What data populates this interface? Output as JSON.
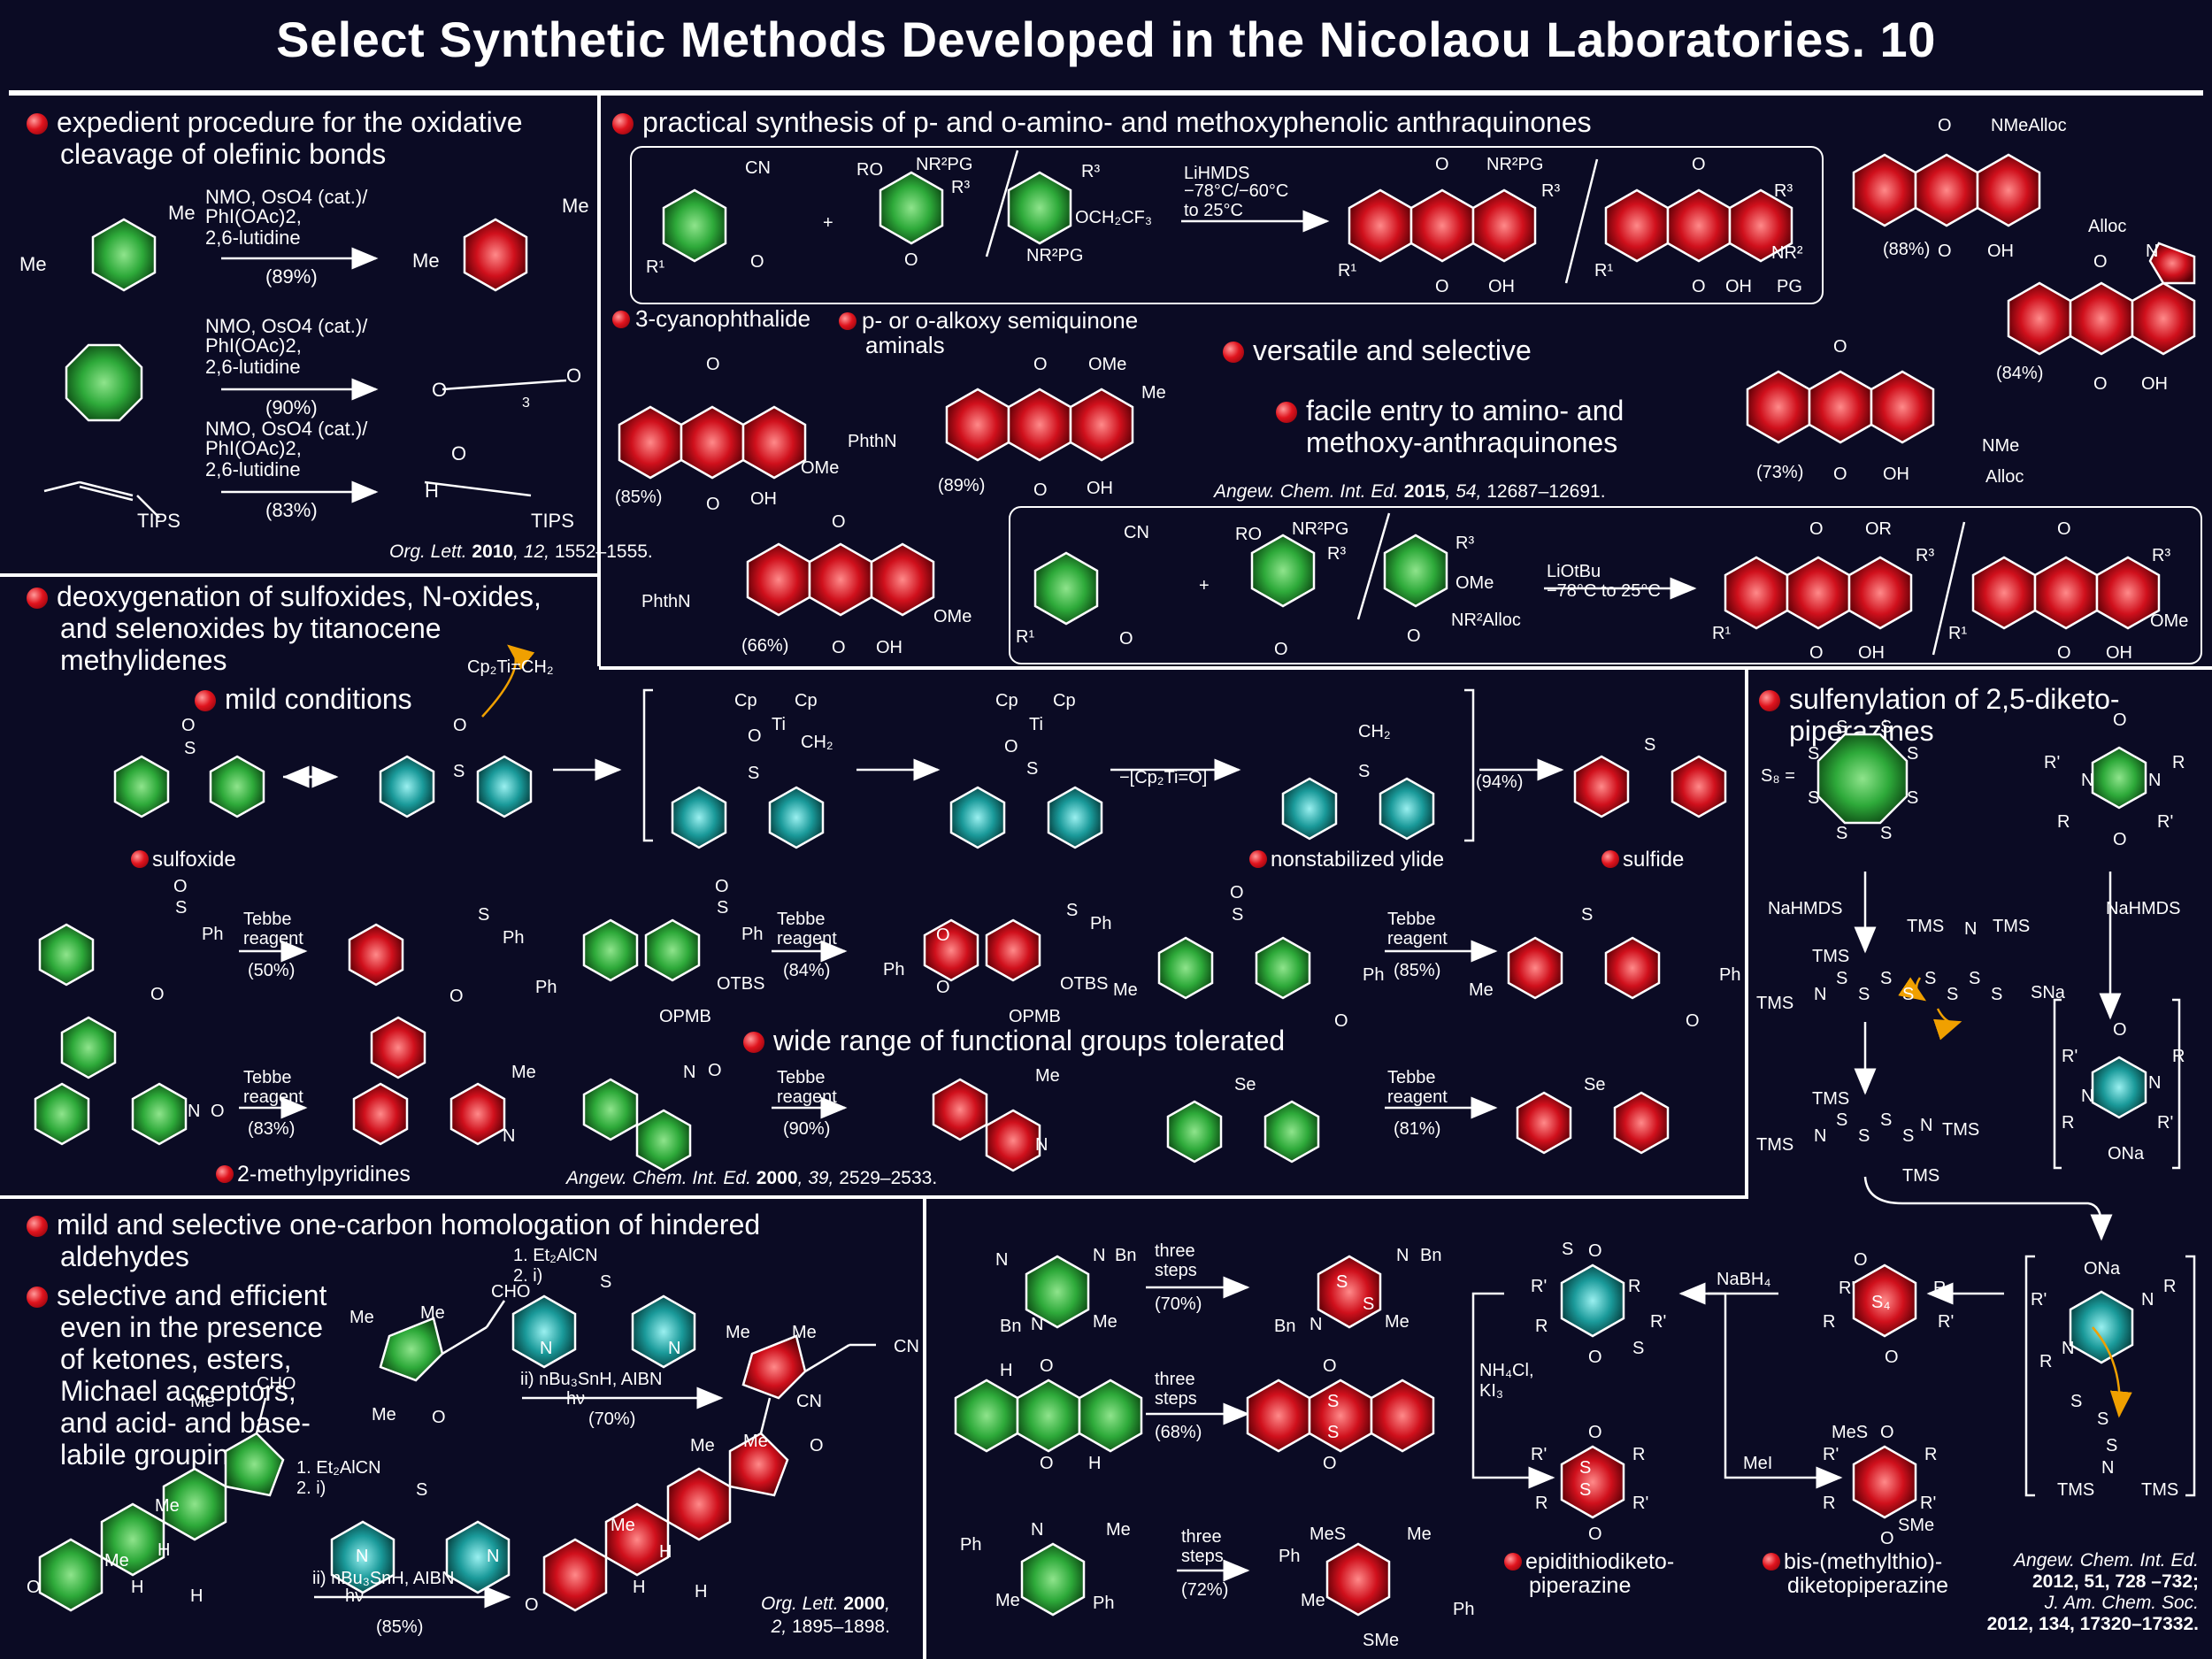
{
  "title": "Select Synthetic Methods Developed in the Nicolaou Laboratories. 10",
  "colors": {
    "background": "#0b0b24",
    "green": "#2eaa3a",
    "red": "#d0101c",
    "teal": "#1a9a9a",
    "arrow_orange": "#f0a000"
  },
  "panel1": {
    "heading": [
      "expedient procedure for the oxidative",
      "cleavage of olefinic bonds"
    ],
    "conditions": [
      "NMO, OsO4 (cat.)/",
      "PhI(OAc)2,",
      "2,6-lutidine"
    ],
    "yields": [
      "(89%)",
      "(90%)",
      "(83%)"
    ],
    "labels": {
      "me": "Me",
      "tips": "TIPS",
      "h": "H",
      "o": "O",
      "n3": "3"
    },
    "ref": {
      "journal": "Org. Lett.",
      "year": "2010",
      "vol": "12",
      "pages": "1552–1555."
    }
  },
  "panel2": {
    "heading": "practical synthesis of p- and o-amino- and methoxyphenolic anthraquinones",
    "cond1": [
      "LiHMDS",
      "−78°C/−60°C",
      "to 25°C"
    ],
    "cond2": [
      "LiOtBu",
      "−78°C to 25°C"
    ],
    "bullets": [
      "3-cyanophthalide",
      "p- or o-alkoxy semiquinone",
      "aminals",
      "versatile and selective",
      "facile entry to amino- and",
      "methoxy-anthraquinones"
    ],
    "yields": [
      "(88%)",
      "(84%)",
      "(85%)",
      "(89%)",
      "(73%)",
      "(66%)"
    ],
    "labels": {
      "cn": "CN",
      "ro": "RO",
      "nr2pg": "NR²PG",
      "r3": "R³",
      "r1": "R¹",
      "och2cf3": "OCH₂CF₃",
      "o": "O",
      "oh": "OH",
      "ome": "OMe",
      "me": "Me",
      "phthn": "PhthN",
      "nmealloc": "NMeAlloc",
      "alloc": "Alloc",
      "nme": "NMe",
      "n": "N",
      "or": "OR",
      "nr2": "NR²",
      "pg": "PG",
      "nr2alloc": "NR²Alloc",
      "plus": "+"
    },
    "ref": {
      "journal": "Angew. Chem. Int. Ed.",
      "year": "2015",
      "vol": "54",
      "pages": "12687–12691."
    }
  },
  "panel3": {
    "heading": [
      "deoxygenation of sulfoxides, N-oxides,",
      "and selenoxides by titanocene",
      "methylidenes"
    ],
    "bullets": [
      "mild conditions",
      "sulfoxide",
      "nonstabilized ylide",
      "sulfide",
      "wide range of functional groups tolerated",
      "2-methylpyridines"
    ],
    "reagents": {
      "cp2ti": "Cp₂Ti=CH₂",
      "cp": "Cp",
      "ti": "Ti",
      "ch2": "CH₂",
      "minus": "−[Cp₂Ti=O]",
      "tebbe1": "Tebbe",
      "tebbe2": "reagent"
    },
    "yields": [
      "(94%)",
      "(50%)",
      "(84%)",
      "(85%)",
      "(83%)",
      "(90%)",
      "(81%)"
    ],
    "labels": {
      "s": "S",
      "o": "O",
      "ph": "Ph",
      "otbs": "OTBS",
      "opmb": "OPMB",
      "me": "Me",
      "se": "Se",
      "n": "N"
    },
    "ref": {
      "journal": "Angew. Chem. Int. Ed.",
      "year": "2000",
      "vol": "39",
      "pages": "2529–2533."
    }
  },
  "panel4": {
    "heading": [
      "sulfenylation of 2,5-diketo-",
      "piperazines"
    ],
    "labels": {
      "s8": "S₈ =",
      "s": "S",
      "nahmds": "NaHMDS",
      "tms": "TMS",
      "sna": "SNa",
      "ona": "ONa",
      "r": "R",
      "rp": "R'",
      "n": "N",
      "o": "O",
      "s4": "S₄"
    }
  },
  "panel5": {
    "heading1": [
      "mild and selective one-carbon homologation of hindered",
      "aldehydes"
    ],
    "heading2": [
      "selective and efficient",
      "even in the presence",
      "of ketones, esters,",
      "Michael acceptors,",
      "and acid- and base-",
      "labile groupings"
    ],
    "cond": [
      "1. Et₂AlCN",
      "2. i)",
      "ii) nBu₃SnH, AIBN",
      "hν"
    ],
    "yields": [
      "(70%)",
      "(85%)"
    ],
    "labels": {
      "me": "Me",
      "cho": "CHO",
      "cn": "CN",
      "o": "O",
      "h": "H",
      "n": "N",
      "s": "S"
    },
    "ref": {
      "journal": "Org. Lett.",
      "year": "2000",
      "vol": "2",
      "pages": "1895–1898."
    }
  },
  "panel6": {
    "cond": [
      "three",
      "steps"
    ],
    "yields": [
      "(70%)",
      "(68%)",
      "(72%)"
    ],
    "reagents": [
      "NaBH₄",
      "NH₄Cl,",
      "KI₃",
      "MeI"
    ],
    "bullets": [
      "epidithiodiketo-",
      "piperazine",
      "bis-(methylthio)-",
      "diketopiperazine"
    ],
    "labels": {
      "bn": "Bn",
      "me": "Me",
      "ph": "Ph",
      "mes": "MeS",
      "sme": "SMe",
      "n": "N",
      "o": "O",
      "h": "H",
      "s": "S",
      "r": "R",
      "rp": "R'"
    },
    "ref": [
      "Angew. Chem. Int. Ed.",
      "2012, 51, 728 –732;",
      "J. Am. Chem. Soc.",
      "2012, 134, 17320–17332."
    ]
  }
}
